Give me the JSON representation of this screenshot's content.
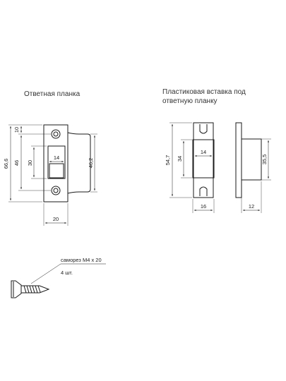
{
  "strike_plate": {
    "title": "Ответная планка",
    "dims": {
      "overall_height": "66,6",
      "top_offset": "10",
      "hole_spacing": "46",
      "slot_height": "30",
      "slot_width": "14",
      "lip_height": "46,2",
      "width": "20"
    }
  },
  "plastic_insert": {
    "title_line1": "Пластиковая вставка под",
    "title_line2": "ответную планку",
    "dims": {
      "overall_height": "54,7",
      "inner_height": "34",
      "inner_width": "14",
      "width": "16",
      "side_height": "35,5",
      "depth": "12"
    }
  },
  "screw": {
    "label": "саморез М4 х 20",
    "quantity": "4 шт."
  }
}
